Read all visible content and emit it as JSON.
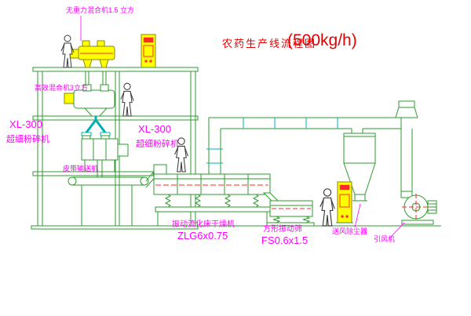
{
  "diagram": {
    "title": {
      "main": "农药生产线流程图",
      "capacity": "(500kg/h)"
    },
    "labels": {
      "top_mixer": "无重力混合机1.5 立方",
      "second_mixer": "高效混合机3立方",
      "left_mill_model": "XL-300",
      "left_mill_name": "超细粉碎机",
      "mid_mill_model": "XL-300",
      "mid_mill_name": "超细粉碎机",
      "belt_conveyor": "皮带输送机",
      "dryer_name": "振动流化床干燥机",
      "dryer_model": "ZLG6x0.75",
      "sieve_name": "方形振动筛",
      "sieve_model": "FS0.6x1.5",
      "dust_collector": "送风除尘器",
      "fan": "引风机"
    },
    "colors": {
      "line_green": "#2e9b2e",
      "pipe_cyan": "#00b0b0",
      "equipment_yellow": "#ffff00",
      "label_magenta": "#ff00ff",
      "title_red": "#e60000"
    }
  }
}
